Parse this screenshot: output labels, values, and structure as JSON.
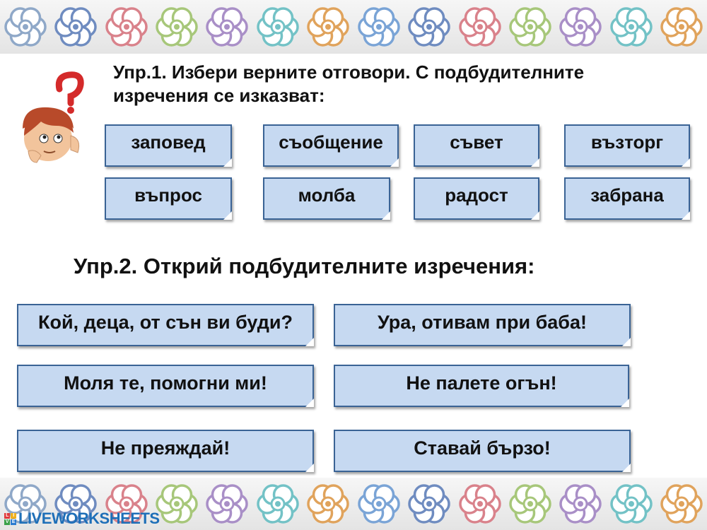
{
  "exercise1": {
    "title": "Упр.1. Избери верните отговори. С подбудителните изречения се изказват:",
    "options": [
      "заповед",
      "съобщение",
      "съвет",
      "възторг",
      "въпрос",
      "молба",
      "радост",
      "забрана"
    ]
  },
  "exercise2": {
    "title": "Упр.2. Открий подбудителните изречения:",
    "options": [
      "Кой, деца, от сън ви буди?",
      "Ура, отивам при баба!",
      "Моля те, помогни ми!",
      "Не палете огън!",
      "Не преяждай!",
      "Ставай бързо!"
    ]
  },
  "logo": {
    "text": "LIVEWORKSHEETS",
    "mini": [
      "L",
      "I",
      "V",
      "E"
    ]
  },
  "colors": {
    "box_fill": "#c6d9f1",
    "box_border": "#3a6395",
    "logo": "#1e6fb8"
  },
  "flower_colors": [
    "#8fa8c8",
    "#6f8cc0",
    "#d9828b",
    "#a7c77a",
    "#a98fc7",
    "#73c2c6",
    "#e0a35c",
    "#7aa4d6",
    "#6f8cc0",
    "#d9828b",
    "#a7c77a",
    "#a98fc7",
    "#73c2c6",
    "#e0a35c"
  ]
}
